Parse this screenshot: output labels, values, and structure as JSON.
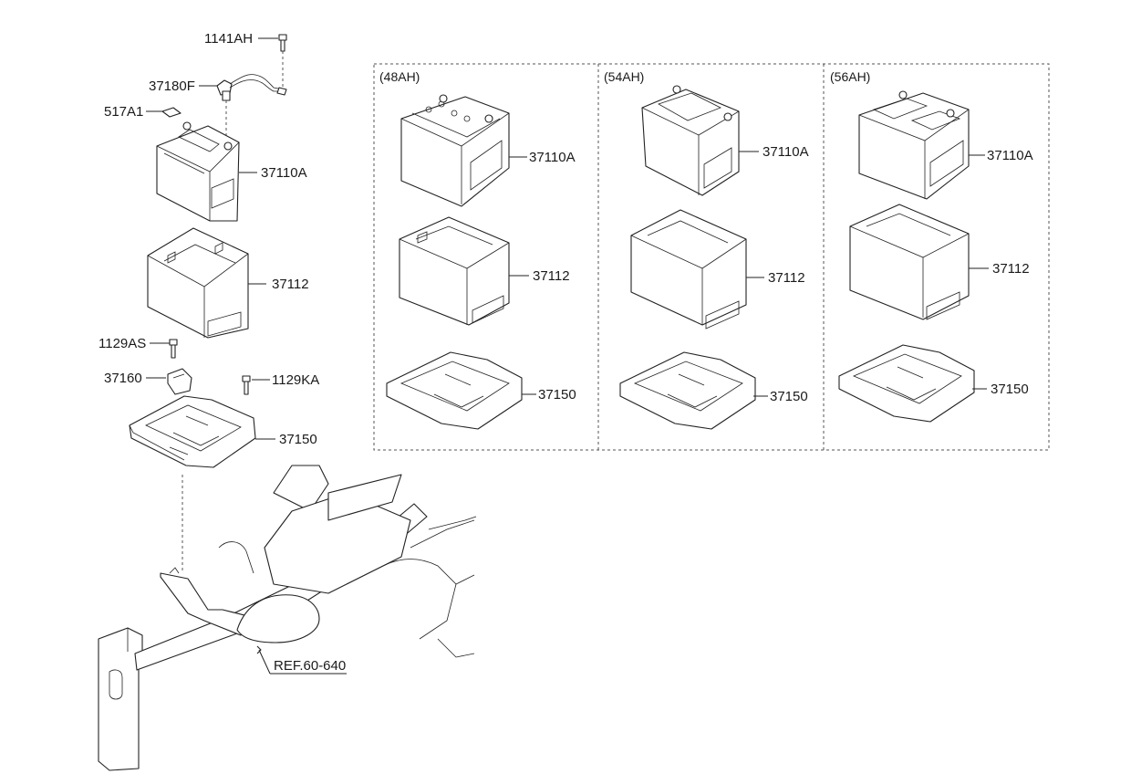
{
  "labels": {
    "p1141AH": "1141AH",
    "p37180F": "37180F",
    "p517A1": "517A1",
    "p37110A": "37110A",
    "p37112": "37112",
    "p1129AS": "1129AS",
    "p37160": "37160",
    "p1129KA": "1129KA",
    "p37150": "37150",
    "ref": "REF.60-640"
  },
  "variants": [
    {
      "header": "(48AH)",
      "battery": "37110A",
      "tray_cover": "37112",
      "tray": "37150"
    },
    {
      "header": "(54AH)",
      "battery": "37110A",
      "tray_cover": "37112",
      "tray": "37150"
    },
    {
      "header": "(56AH)",
      "battery": "37110A",
      "tray_cover": "37112",
      "tray": "37150"
    }
  ]
}
